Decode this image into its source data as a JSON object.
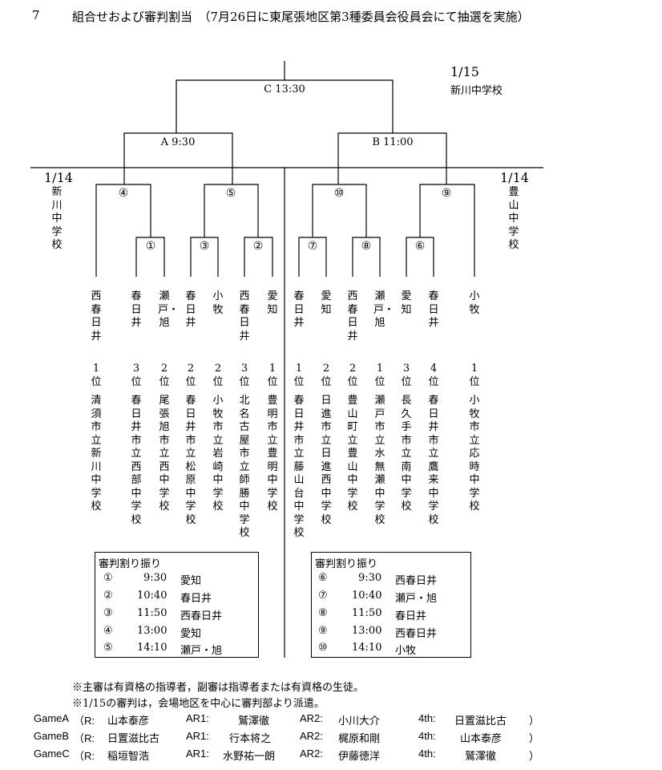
{
  "title": {
    "number": "7",
    "text": "組合せおよび審判割当　（7月26日に東尾張地区第3種委員会役員会にて抽選を実施）"
  },
  "final": {
    "date": "1/15",
    "venue": "新川中学校",
    "match_label": "C 13:30"
  },
  "semis": {
    "a": "A 9:30",
    "b": "B 11:00"
  },
  "left_block": {
    "date": "1/14",
    "venue": "新川中学校"
  },
  "right_block": {
    "date": "1/14",
    "venue": "豊山中学校"
  },
  "circles": {
    "c1": "①",
    "c2": "②",
    "c3": "③",
    "c4": "④",
    "c5": "⑤",
    "c6": "⑥",
    "c7": "⑦",
    "c8": "⑧",
    "c9": "⑨",
    "c10": "⑩"
  },
  "teams": [
    {
      "district": "西春日井",
      "rank": "1位",
      "school": "清須市立新川中学校"
    },
    {
      "district": "春日井",
      "rank": "3位",
      "school": "春日井市立西部中学校"
    },
    {
      "district": "瀬戸・旭",
      "rank": "2位",
      "school": "尾張旭市立西中学校"
    },
    {
      "district": "春日井",
      "rank": "2位",
      "school": "春日井市立松原中学校"
    },
    {
      "district": "小牧",
      "rank": "2位",
      "school": "小牧市立岩崎中学校"
    },
    {
      "district": "西春日井",
      "rank": "3位",
      "school": "北名古屋市立師勝中学校"
    },
    {
      "district": "愛知",
      "rank": "1位",
      "school": "豊明市立豊明中学校"
    },
    {
      "district": "春日井",
      "rank": "1位",
      "school": "春日井市立藤山台中学校"
    },
    {
      "district": "愛知",
      "rank": "2位",
      "school": "日進市立日進西中学校"
    },
    {
      "district": "西春日井",
      "rank": "2位",
      "school": "豊山町立豊山中学校"
    },
    {
      "district": "瀬戸・旭",
      "rank": "1位",
      "school": "瀬戸市立水無瀬中学校"
    },
    {
      "district": "愛知",
      "rank": "3位",
      "school": "長久手市立南中学校"
    },
    {
      "district": "春日井",
      "rank": "4位",
      "school": "春日井市立鷹来中学校"
    },
    {
      "district": "小牧",
      "rank": "1位",
      "school": "小牧市立応時中学校"
    }
  ],
  "referee_left": {
    "header": "審判割り振り",
    "rows": [
      {
        "no": "①",
        "time": "9:30",
        "team": "愛知"
      },
      {
        "no": "②",
        "time": "10:40",
        "team": "春日井"
      },
      {
        "no": "③",
        "time": "11:50",
        "team": "西春日井"
      },
      {
        "no": "④",
        "time": "13:00",
        "team": "愛知"
      },
      {
        "no": "⑤",
        "time": "14:10",
        "team": "瀬戸・旭"
      }
    ]
  },
  "referee_right": {
    "header": "審判割り振り",
    "rows": [
      {
        "no": "⑥",
        "time": "9:30",
        "team": "西春日井"
      },
      {
        "no": "⑦",
        "time": "10:40",
        "team": "瀬戸・旭"
      },
      {
        "no": "⑧",
        "time": "11:50",
        "team": "春日井"
      },
      {
        "no": "⑨",
        "time": "13:00",
        "team": "西春日井"
      },
      {
        "no": "⑩",
        "time": "14:10",
        "team": "小牧"
      }
    ]
  },
  "notes": [
    "※主審は有資格の指導者，副審は指導者または有資格の生徒。",
    "※1/15の審判は，会場地区を中心に審判部より派遣。"
  ],
  "games": [
    {
      "game": "GameA",
      "open": "（R:",
      "r": "山本泰彦",
      "ar1_label": "AR1:",
      "ar1": "鷲澤徹",
      "ar2_label": "AR2:",
      "ar2": "小川大介",
      "fourth_label": "4th:",
      "fourth": "日置滋比古",
      "close": "）"
    },
    {
      "game": "GameB",
      "open": "（R:",
      "r": "日置滋比古",
      "ar1_label": "AR1:",
      "ar1": "行本将之",
      "ar2_label": "AR2:",
      "ar2": "梶原和剛",
      "fourth_label": "4th:",
      "fourth": "山本泰彦",
      "close": "）"
    },
    {
      "game": "GameC",
      "open": "（R:",
      "r": "稲垣智浩",
      "ar1_label": "AR1:",
      "ar1": "水野祐一朗",
      "ar2_label": "AR2:",
      "ar2": "伊藤徳洋",
      "fourth_label": "4th:",
      "fourth": "鷲澤徹",
      "close": "）"
    }
  ]
}
